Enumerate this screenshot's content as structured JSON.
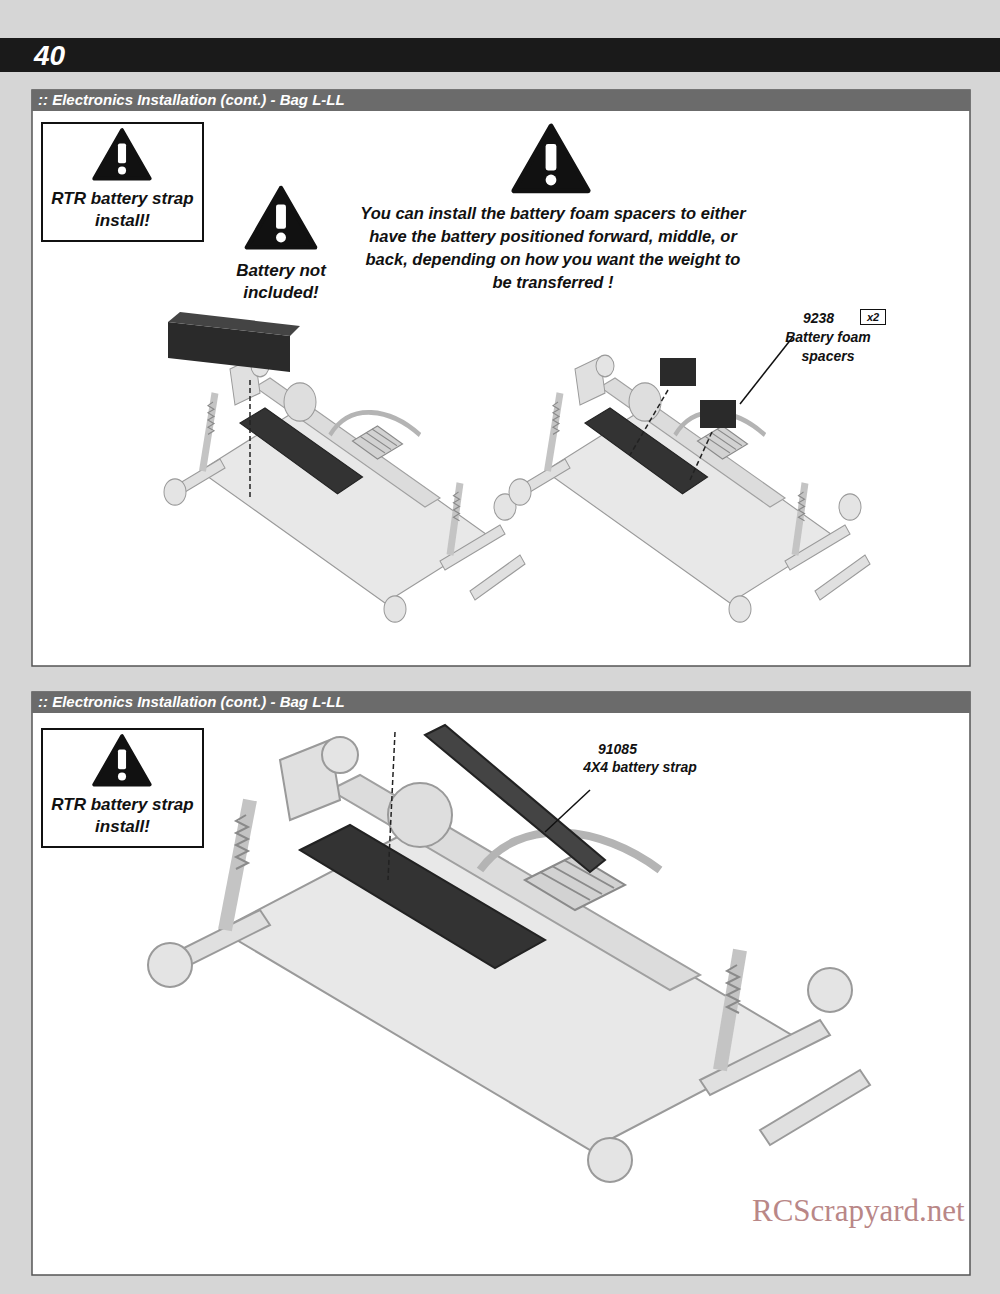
{
  "diagram": {
    "nodes": [
      {
        "text": [
          ":: Electronics Installation (cont.) - Bag L-LL"
        ]
      },
      {
        "text": [
          "RTR battery strap install!"
        ],
        "in": 0
      },
      {
        "text": [
          ":: Electronics Installation (cont.) - Bag L-LL"
        ]
      },
      {
        "text": [
          "RTR battery strap install!"
        ],
        "in": 2
      }
    ],
    "labels": [
      "40",
      "Battery not included!",
      "You can install the battery foam spacers to either have the battery positioned forward, middle, or back, depending on how you want the weight to be transferred !",
      "9238",
      "x2",
      "Battery foam spacers",
      "91085",
      "4X4 battery strap",
      "RCScrapyard.net"
    ]
  }
}
